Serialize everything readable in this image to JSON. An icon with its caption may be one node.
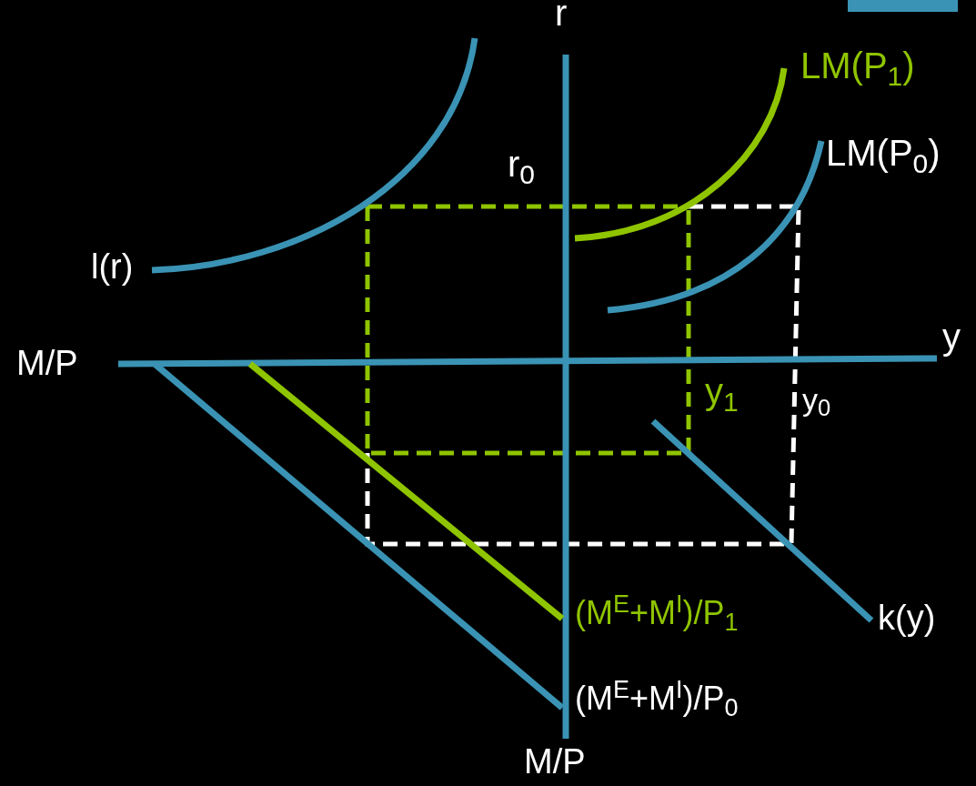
{
  "diagram": {
    "labels": [
      "r",
      "LM(P$_{1}$)",
      "r$_{0}$",
      "LM(P$_{0}$)",
      "l(r)",
      "M/P",
      "y",
      "y$_{1}$",
      "y$_{0}$",
      "(M$^{E}$+M$^{I}$)/P$_{1}$",
      "k(y)",
      "(M$^{E}$+M$^{I}$)/P$_{0}$",
      "M/P"
    ]
  }
}
